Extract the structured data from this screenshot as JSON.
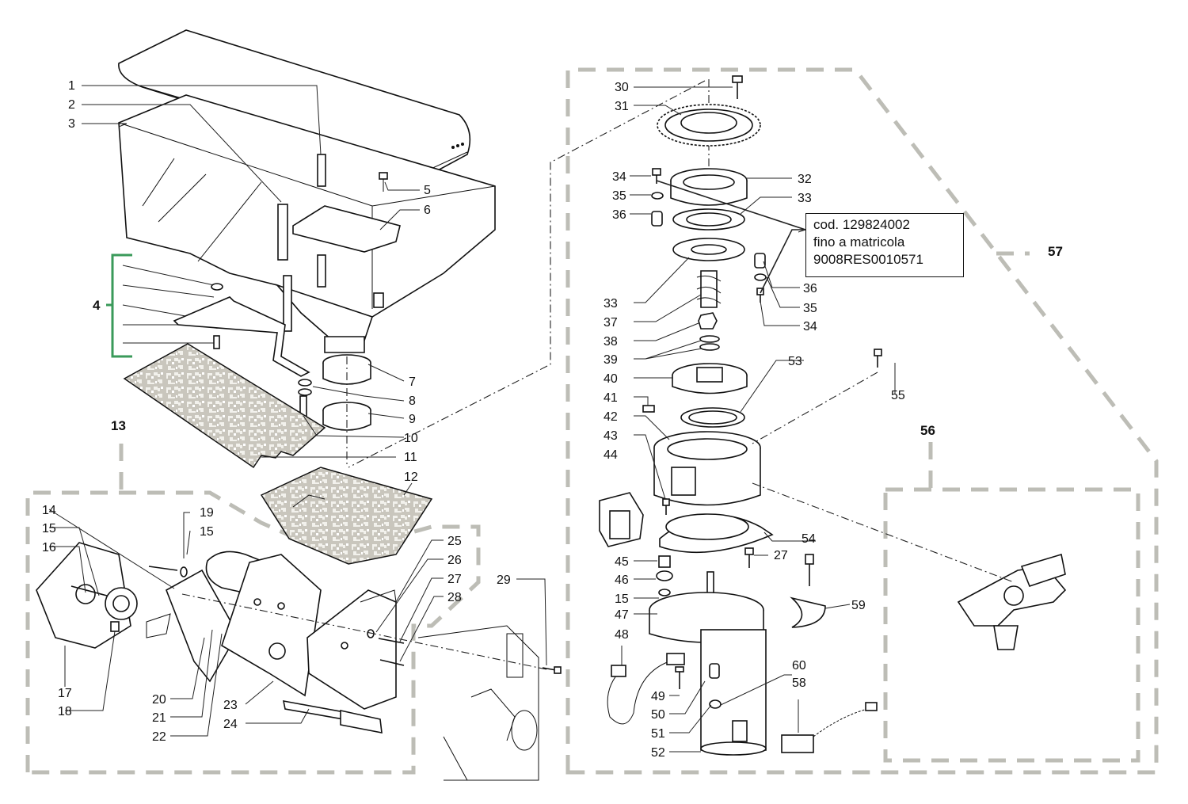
{
  "callouts": {
    "c1": "1",
    "c2": "2",
    "c3": "3",
    "c4": "4",
    "c5": "5",
    "c6": "6",
    "c7": "7",
    "c8": "8",
    "c9": "9",
    "c10": "10",
    "c11": "11",
    "c12": "12",
    "c13": "13",
    "c14": "14",
    "c15a": "15",
    "c15b": "15",
    "c16": "16",
    "c17": "17",
    "c18": "18",
    "c19": "19",
    "c20": "20",
    "c21": "21",
    "c22": "22",
    "c23": "23",
    "c24": "24",
    "c25": "25",
    "c26": "26",
    "c27a": "27",
    "c28": "28",
    "c29": "29",
    "c30": "30",
    "c31": "31",
    "c32": "32",
    "c33a": "33",
    "c33b": "33",
    "c34a": "34",
    "c34b": "34",
    "c35a": "35",
    "c35b": "35",
    "c36a": "36",
    "c36b": "36",
    "c37": "37",
    "c38": "38",
    "c39": "39",
    "c40": "40",
    "c41": "41",
    "c42": "42",
    "c43": "43",
    "c44": "44",
    "c45": "45",
    "c46": "46",
    "c15c": "15",
    "c47": "47",
    "c48": "48",
    "c49": "49",
    "c50": "50",
    "c51": "51",
    "c52": "52",
    "c53": "53",
    "c54": "54",
    "c27b": "27",
    "c55": "55",
    "c56": "56",
    "c57": "57",
    "c58": "58",
    "c59": "59",
    "c60": "60"
  },
  "note": {
    "line1": "cod. 129824002",
    "line2": "fino a matricola",
    "line3": "9008RES0010571"
  },
  "colors": {
    "group_bracket": "#3a9a5a",
    "dashed_group_outline": "#bdbdb6"
  }
}
